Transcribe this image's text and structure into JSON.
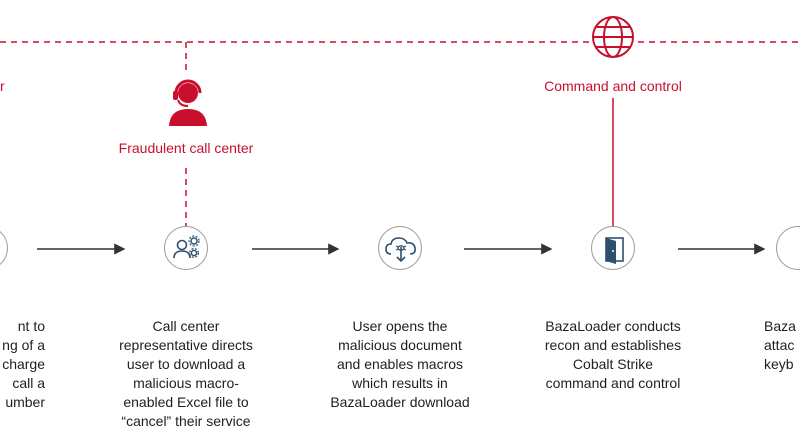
{
  "labels": {
    "partial_left": "r",
    "call_center": "Fraudulent call center",
    "c2": "Command and control"
  },
  "captions": {
    "partial_left": [
      "nt to",
      "ng of a",
      "charge",
      "call a",
      "umber"
    ],
    "call_center": [
      "Call center",
      "representative directs",
      "user to download a",
      "malicious macro-",
      "enabled Excel file to",
      "“cancel” their service"
    ],
    "user_opens": [
      "User opens the",
      "malicious document",
      "and enables macros",
      "which results in",
      "BazaLoader download"
    ],
    "bazaloader": [
      "BazaLoader conducts",
      "recon and establishes",
      "Cobalt Strike",
      "command and control"
    ],
    "partial_right": [
      "Baza",
      "attac",
      "keyb"
    ]
  },
  "colors": {
    "accent": "#c8102e",
    "node_border": "#9a9a9a",
    "icon": "#2f4f6f",
    "arrow": "#333333"
  },
  "icons": [
    "headset-agent-icon",
    "globe-icon",
    "user-gears-icon",
    "cloud-download-icon",
    "door-exit-icon"
  ]
}
